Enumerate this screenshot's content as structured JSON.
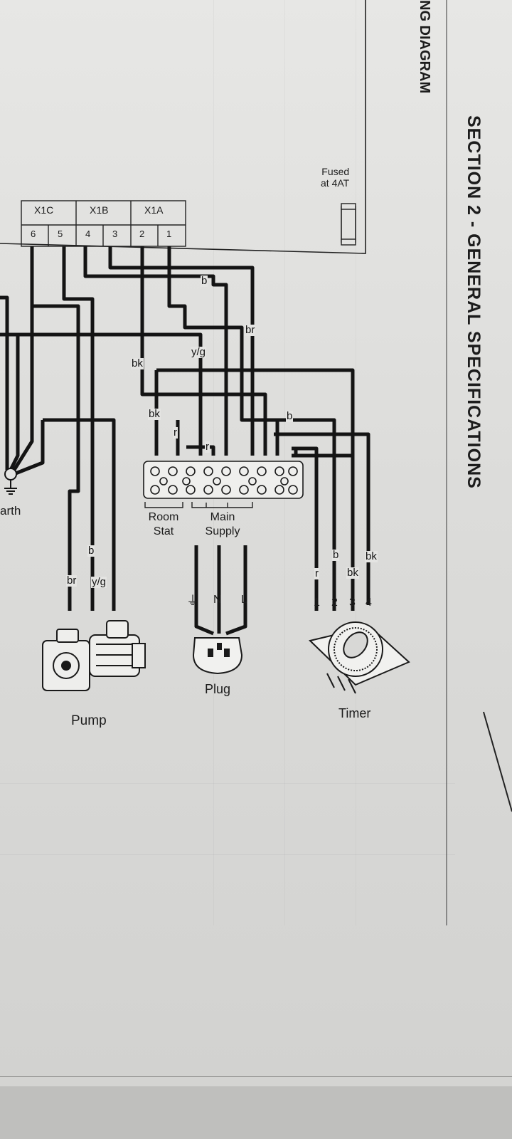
{
  "header": {
    "section_title": "SECTION 2 - GENERAL SPECIFICATIONS",
    "diagram_title": "NG DIAGRAM"
  },
  "fuse": {
    "label_line1": "Fused",
    "label_line2": "at 4AT"
  },
  "connectors": [
    {
      "name": "X1C",
      "pins": [
        "6",
        "5"
      ]
    },
    {
      "name": "X1B",
      "pins": [
        "4",
        "3"
      ]
    },
    {
      "name": "X1A",
      "pins": [
        "2",
        "1"
      ]
    }
  ],
  "wire_labels": {
    "b_top": "b",
    "br_top": "br",
    "yg_top": "y/g",
    "bk_left": "bk",
    "bk_mid": "bk",
    "r_mid": "r",
    "r_block": "r",
    "b_right": "b",
    "pump_b": "b",
    "pump_br": "br",
    "pump_yg": "y/g",
    "timer_r": "r",
    "timer_b": "b",
    "timer_bk3": "bk",
    "timer_bk4": "bk"
  },
  "earth_label": "arth",
  "terminal_groups": {
    "room_stat_line1": "Room",
    "room_stat_line2": "Stat",
    "main_supply_line1": "Main",
    "main_supply_line2": "Supply"
  },
  "plug": {
    "earth_symbol": "⏚",
    "neutral": "N",
    "live": "L",
    "label": "Plug"
  },
  "timer": {
    "terminals": [
      "1",
      "2",
      "3",
      "4"
    ],
    "label": "Timer"
  },
  "pump": {
    "label": "Pump"
  }
}
